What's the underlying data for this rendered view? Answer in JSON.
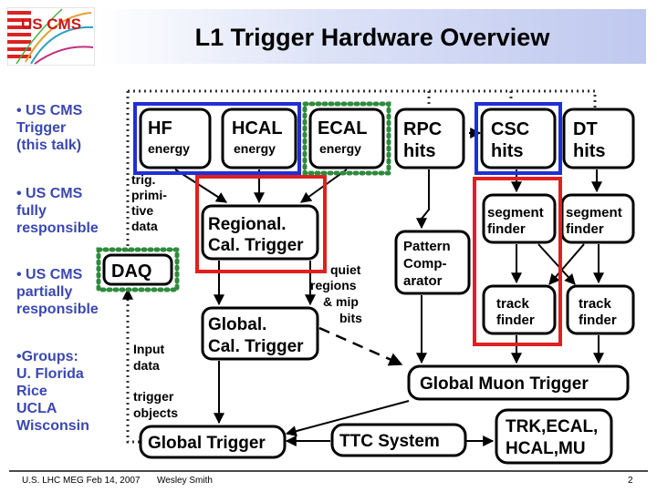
{
  "slide": {
    "title": "L1 Trigger Hardware Overview",
    "logo_text": "US CMS",
    "bullets": {
      "b1": [
        "• US CMS",
        "Trigger",
        "(this talk)"
      ],
      "b2": [
        "• US CMS",
        "fully",
        "responsible"
      ],
      "b3": [
        "• US CMS",
        "partially",
        "responsible"
      ],
      "b4": [
        "•Groups:",
        "U. Florida",
        "Rice",
        "UCLA",
        "Wisconsin"
      ]
    },
    "diagram": {
      "hf": [
        "HF",
        "energy"
      ],
      "hcal": [
        "HCAL",
        "energy"
      ],
      "ecal": [
        "ECAL",
        "energy"
      ],
      "rpc": [
        "RPC",
        "hits"
      ],
      "csc": [
        "CSC",
        "hits"
      ],
      "dt": [
        "DT",
        "hits"
      ],
      "trig_prim": [
        "trig.",
        "primi-",
        "tive",
        "data"
      ],
      "regional": [
        "Regional.",
        "Cal. Trigger"
      ],
      "seg1": [
        "segment",
        "finder"
      ],
      "seg2": [
        "segment",
        "finder"
      ],
      "pattern": [
        "Pattern",
        "Comp-",
        "arator"
      ],
      "daq": "DAQ",
      "quiet": [
        "quiet",
        "regions",
        "& mip",
        "bits"
      ],
      "track1": [
        "track",
        "finder"
      ],
      "track2": [
        "track",
        "finder"
      ],
      "global_cal": [
        "Global.",
        "Cal. Trigger"
      ],
      "input_data": [
        "Input",
        "data"
      ],
      "gmt": "Global Muon Trigger",
      "trigger_objects": [
        "trigger",
        "objects"
      ],
      "global_trigger": "Global Trigger",
      "ttc": "TTC System",
      "trk": [
        "TRK,ECAL,",
        "HCAL,MU"
      ]
    },
    "footer": {
      "left": "U.S. LHC MEG  Feb 14, 2007",
      "author": "Wesley Smith",
      "page": "2"
    }
  },
  "colors": {
    "us_cms_trigger": "#1f2fd6",
    "fully_responsible": "#e02020",
    "partially_responsible": "#2e8b3c",
    "bullet_text": "#3a48b0"
  }
}
